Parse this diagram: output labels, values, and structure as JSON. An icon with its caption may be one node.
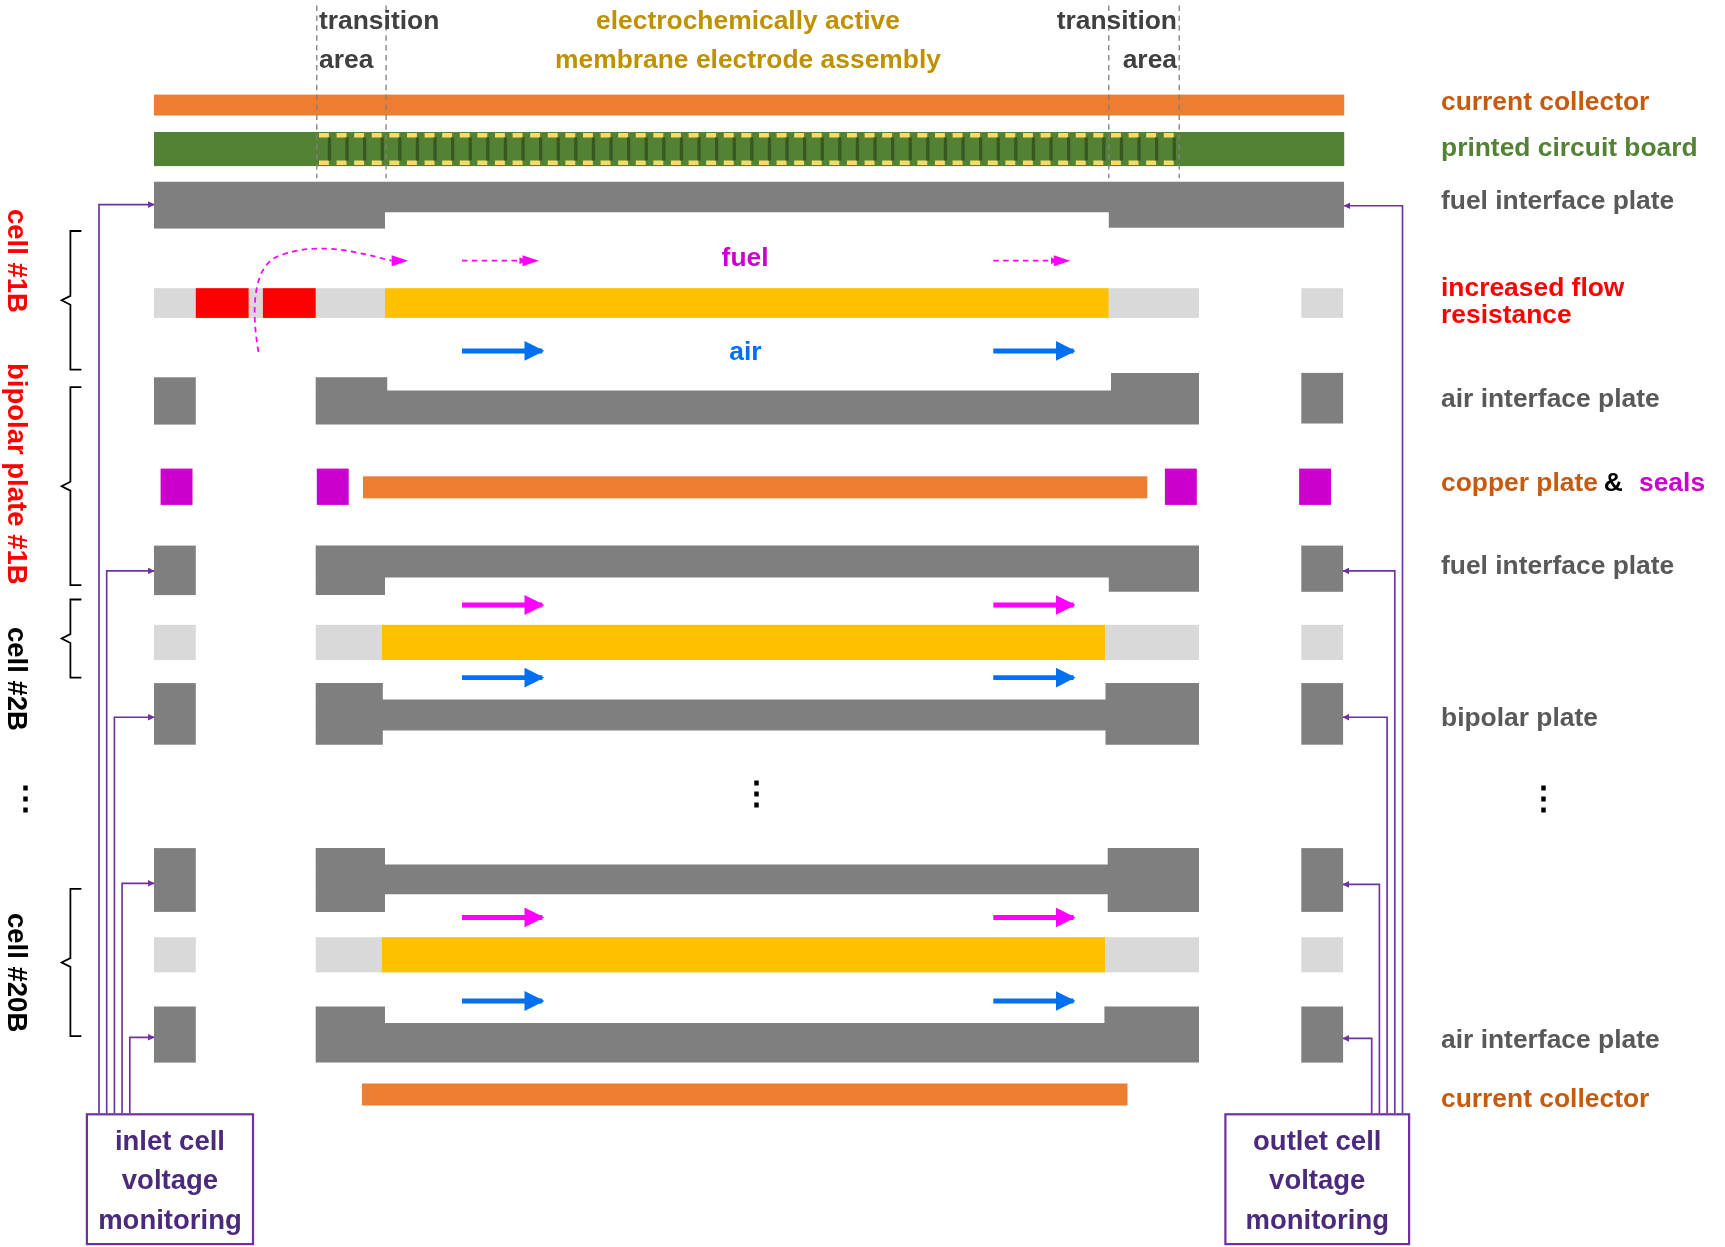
{
  "diagram": {
    "nodes": [
      {
        "text": [],
        "shape": "bar"
      },
      {
        "text": [],
        "shape": "bar"
      },
      {
        "text": [],
        "shape": "bar"
      },
      {
        "text": [],
        "shape": "bar"
      },
      {
        "text": [],
        "shape": "bar"
      },
      {
        "text": [],
        "shape": "bar"
      },
      {
        "text": [],
        "shape": "bar"
      },
      {
        "text": [],
        "shape": "bar"
      },
      {
        "text": [],
        "shape": "bar"
      },
      {
        "text": [
          "inlet cell voltage monitoring"
        ]
      },
      {
        "text": [
          "outlet cell voltage monitoring"
        ]
      }
    ],
    "edges": [
      {
        "from": 9,
        "to": 0,
        "arrow": "to"
      },
      {
        "from": 9,
        "to": 1,
        "arrow": "to"
      },
      {
        "from": 9,
        "to": 3,
        "arrow": "to"
      },
      {
        "from": 9,
        "to": 5,
        "arrow": "to"
      },
      {
        "from": 9,
        "to": 7,
        "arrow": "to"
      },
      {
        "from": 10,
        "to": 0,
        "arrow": "to"
      },
      {
        "from": 10,
        "to": 2,
        "arrow": "to"
      },
      {
        "from": 10,
        "to": 4,
        "arrow": "to"
      },
      {
        "from": 10,
        "to": 6,
        "arrow": "to"
      },
      {
        "from": 10,
        "to": 8,
        "arrow": "to"
      }
    ],
    "labels": [
      "transition area",
      "electrochemically active membrane electrode assembly",
      "transition area",
      "current collector",
      "printed circuit board",
      "fuel interface plate",
      "cell #1B",
      "fuel",
      "increased flow resistance",
      "air",
      "bipolar plate #1B",
      "air interface plate",
      "copper plate",
      "&",
      "seals",
      "fuel interface plate",
      "cell #2B",
      "bipolar plate",
      "⋮",
      "⋮",
      "⋮",
      "cell #20B",
      "air interface plate",
      "current collector"
    ]
  }
}
